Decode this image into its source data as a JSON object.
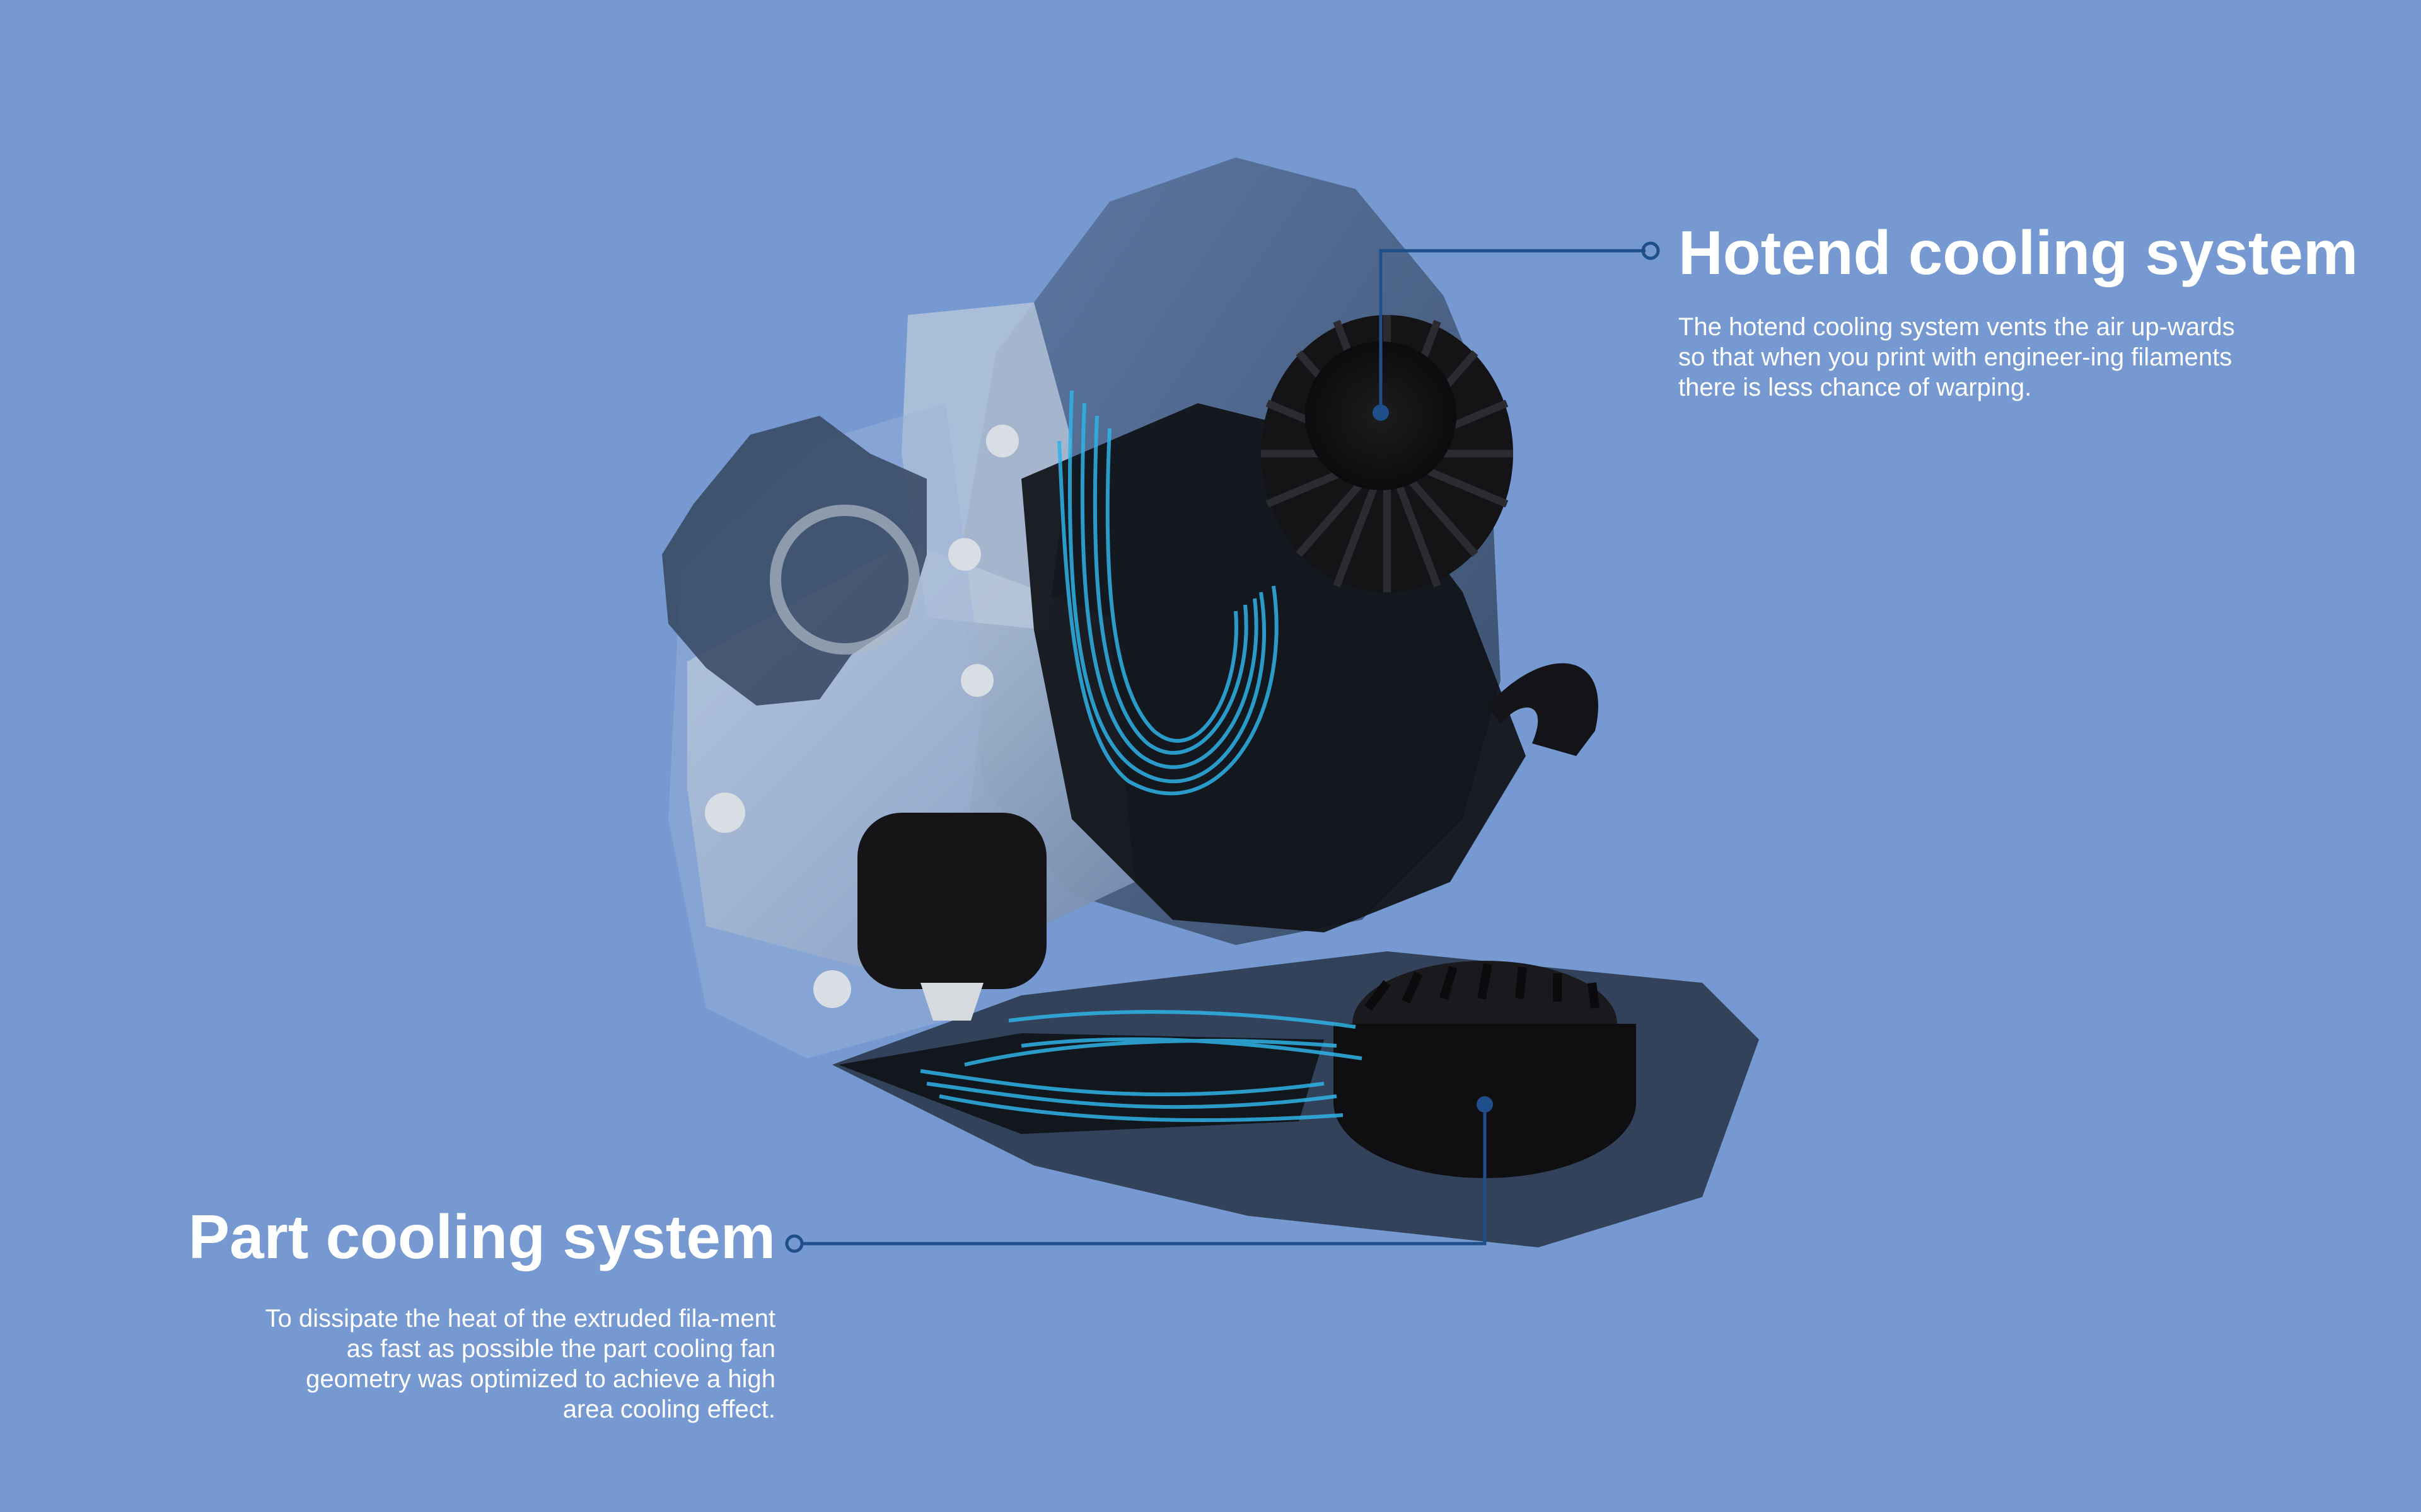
{
  "hotend": {
    "title": "Hotend cooling system",
    "description": "The hotend cooling system vents the air up-wards so that when you print with engineer-ing filaments there is less chance of warping."
  },
  "part": {
    "title": "Part cooling system",
    "description": "To dissipate the heat of the extruded fila-ment as fast as possible the part cooling fan geometry was optimized to achieve a high area cooling effect."
  },
  "colors": {
    "background": "#7699d1",
    "callout_line": "#1f4f8a",
    "airflow": "#2fb3e6",
    "housing": "#1b2330"
  }
}
